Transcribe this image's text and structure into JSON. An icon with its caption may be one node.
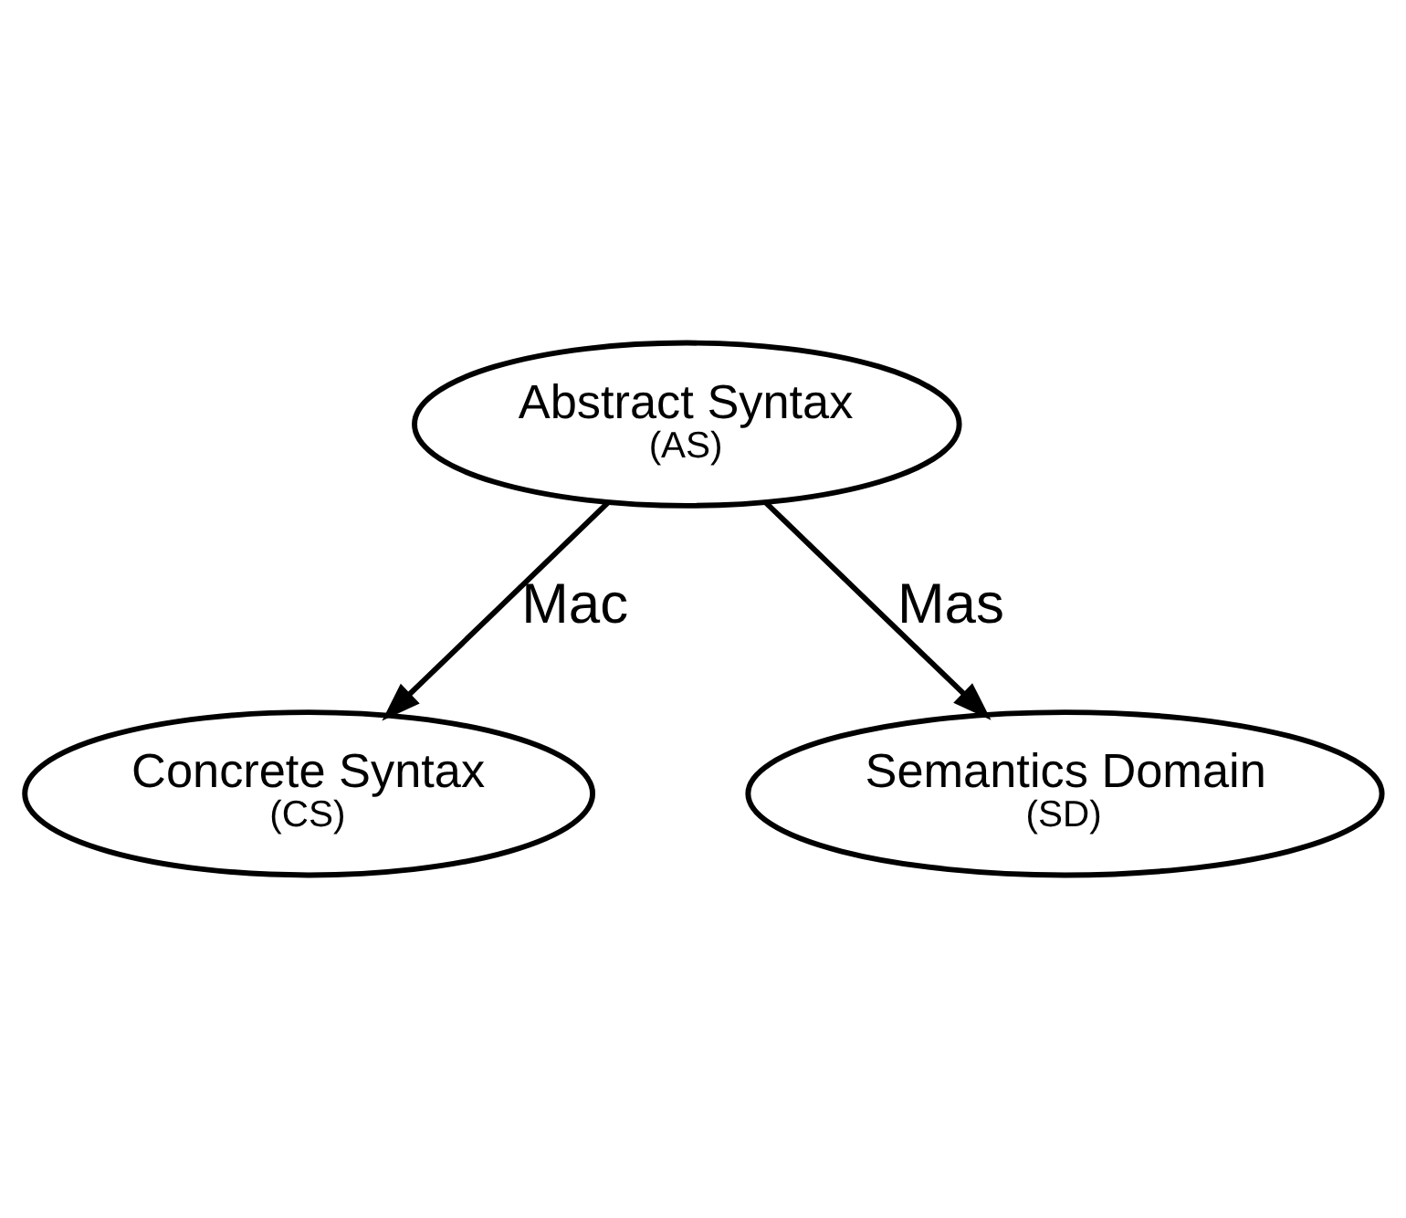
{
  "diagram": {
    "nodes": [
      {
        "text": [
          "Abstract Syntax",
          "(AS)"
        ]
      },
      {
        "text": [
          "Concrete Syntax",
          "(CS)"
        ]
      },
      {
        "text": [
          "Semantics Domain",
          "(SD)"
        ]
      }
    ],
    "edges": [
      {
        "from": 0,
        "to": 1,
        "arrow": "to",
        "label": "Mac"
      },
      {
        "from": 0,
        "to": 2,
        "arrow": "to",
        "label": "Mas"
      }
    ]
  }
}
